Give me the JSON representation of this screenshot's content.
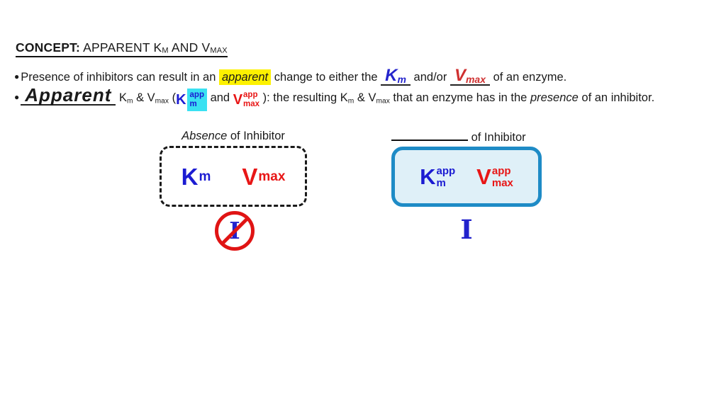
{
  "title": {
    "prefix": "CONCEPT:",
    "main_1": " APPARENT K",
    "sub_1": "M",
    "main_2": " AND V",
    "sub_2": "MAX"
  },
  "bullet_1": {
    "marker": "●",
    "text_1": "Presence of inhibitors can result in an ",
    "highlighted_word": "apparent",
    "text_2": " change to either the ",
    "handwritten_km": {
      "base": "K",
      "sub": "m"
    },
    "text_3": " and/or ",
    "handwritten_vmax": {
      "base": "V",
      "sub": "max"
    },
    "text_4": " of an enzyme."
  },
  "bullet_2": {
    "marker": "●",
    "handwritten_word": "Apparent",
    "t1": " K",
    "t1_sub": "m",
    "t2": " & V",
    "t2_sub": "max",
    "t3": " (",
    "k_apparent": {
      "base": "K",
      "sup": "app",
      "sub": "m"
    },
    "and_word": " and ",
    "v_apparent": {
      "base": "V",
      "sup": "app",
      "sub": "max"
    },
    "t4": " ): the resulting K",
    "t4_sub": "m",
    "t5": " & V",
    "t5_sub": "max",
    "t6": " that an enzyme has in the ",
    "italic_word": "presence",
    "t7": " of an inhibitor."
  },
  "diagram": {
    "left": {
      "label_italic": "Absence",
      "label_rest": " of Inhibitor",
      "km": {
        "base": "K",
        "sub": "m"
      },
      "vmax": {
        "base": "V",
        "sub": "max"
      },
      "symbol": "I"
    },
    "right": {
      "label_rest": " of Inhibitor",
      "k_app": {
        "base": "K",
        "sup": "app",
        "sub": "m"
      },
      "v_app": {
        "base": "V",
        "sup": "app",
        "sub": "max"
      },
      "symbol": "I"
    }
  },
  "colors": {
    "ink": "#1a1a1a",
    "yellow_highlight": "#fdf100",
    "cyan_highlight": "#3ae1f2",
    "handwritten_blue": "#2525cc",
    "handwritten_red": "#cf3030",
    "symbol_blue": "#1c1cd2",
    "symbol_red": "#e81616",
    "box_border": "#1e8bc6",
    "box_fill": "#dff0f8",
    "prohibition_red": "#e01414",
    "inhibitor_blue": "#2222cc"
  }
}
